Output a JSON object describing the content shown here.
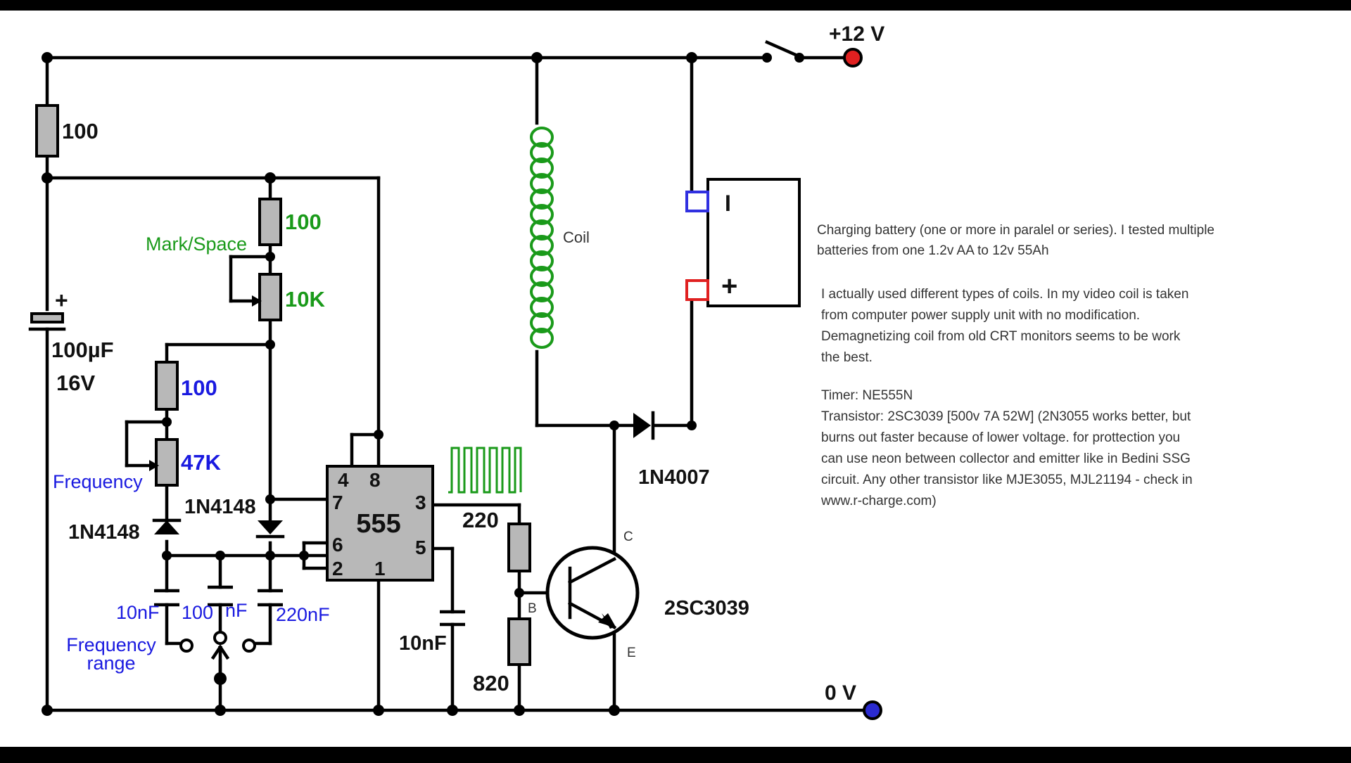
{
  "supply": {
    "vplus": "+12 V",
    "vzero": "0 V"
  },
  "components": {
    "r_top": "100",
    "cap_main_value": "100µF",
    "cap_main_voltage": "16V",
    "cap_plus": "+",
    "mark_space": "Mark/Space",
    "r_ms": "100",
    "pot_ms": "10K",
    "r_freq": "100",
    "pot_freq": "47K",
    "frequency": "Frequency",
    "diode_left": "1N4148",
    "diode_right": "1N4148",
    "cap_10n": "10nF",
    "cap_100n": "100",
    "cap_100n_unit": "nF",
    "cap_220n": "220nF",
    "freq_range_1": "Frequency",
    "freq_range_2": "range",
    "cap_ctrl": "10nF",
    "r_base": "220",
    "r_base_gnd": "820",
    "coil": "Coil",
    "diode_out": "1N4007",
    "transistor": "2SC3039",
    "pin_c": "C",
    "pin_b": "B",
    "pin_e": "E",
    "battery_minus": "I",
    "battery_plus": "+"
  },
  "ic": {
    "name": "555",
    "pin4": "4",
    "pin8": "8",
    "pin7": "7",
    "pin3": "3",
    "pin6": "6",
    "pin5": "5",
    "pin2": "2",
    "pin1": "1"
  },
  "notes": {
    "battery_1": "Charging battery (one or more in paralel or series). I tested multiple",
    "battery_2": "batteries from one 1.2v AA  to 12v 55Ah",
    "coil_1": "I actually used different types of coils. In my video coil is taken",
    "coil_2": "from computer power supply unit with no modification.",
    "coil_3": "Demagnetizing coil from old CRT monitors seems to be work",
    "coil_4": "the best.",
    "timer": "Timer: NE555N",
    "tr_1": "Transistor: 2SC3039 [500v 7A 52W] (2N3055 works better, but",
    "tr_2": "burns out faster because of lower voltage. for prottection you",
    "tr_3": "can use neon between collector and emitter like in Bedini SSG",
    "tr_4": "circuit. Any other transistor like MJE3055, MJL21194 - check in",
    "tr_5": "www.r-charge.com)"
  },
  "colors": {
    "green": "#1a9a1a",
    "blue": "#1a1ae0",
    "red": "#e02020",
    "gray": "#b8b8b8"
  }
}
